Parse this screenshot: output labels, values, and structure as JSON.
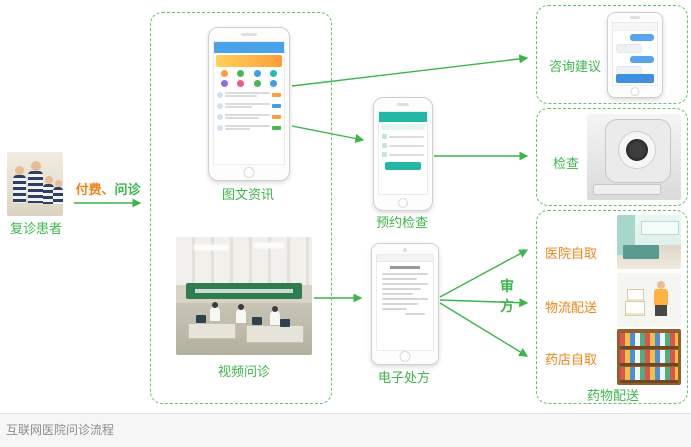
{
  "page": {
    "title": "互联网医院问诊流程"
  },
  "flow": {
    "pay_part1": "付费、",
    "pay_part2": "问诊",
    "review": "审方"
  },
  "nodes": {
    "patient": "复诊患者",
    "image_text_info": "图文资讯",
    "video_consult": "视频问诊",
    "booking_exam": "预约检查",
    "e_prescription": "电子处方",
    "advice": "咨询建议",
    "exam": "检查",
    "hospital_pickup": "医院自取",
    "logistics_delivery": "物流配送",
    "pharmacy_pickup": "药店自取",
    "drug_delivery": "药物配送"
  },
  "colors": {
    "green": "#3cb54a",
    "orange": "#f08519",
    "dashed_border": "#66c266"
  }
}
